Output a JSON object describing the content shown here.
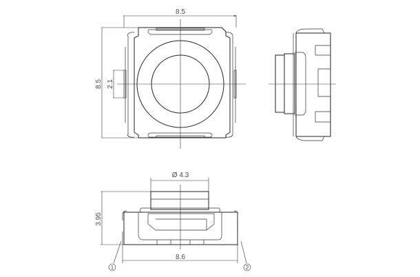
{
  "drawing": {
    "top_view": {
      "width_dim": "8.5",
      "height_dim": "8.5",
      "actuator_dim": "2.1"
    },
    "front_view": {
      "diameter_dim": "Ø 4.3",
      "height_dim": "3.95",
      "width_dim": "8.6",
      "callouts": [
        "1",
        "2"
      ]
    }
  }
}
